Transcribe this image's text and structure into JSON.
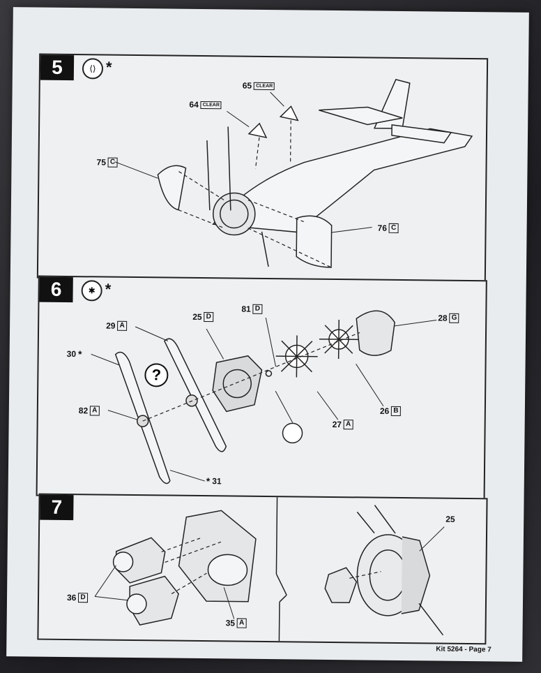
{
  "steps": [
    {
      "number": "5",
      "icon": "glue-icon",
      "mark": "*",
      "parts": [
        {
          "num": "64",
          "code": "CLEAR"
        },
        {
          "num": "65",
          "code": "CLEAR"
        },
        {
          "num": "75",
          "code": "C"
        },
        {
          "num": "76",
          "code": "C"
        }
      ]
    },
    {
      "number": "6",
      "icon": "paint-icon",
      "mark": "*",
      "parts": [
        {
          "num": "29",
          "code": "A"
        },
        {
          "num": "25",
          "code": "D"
        },
        {
          "num": "81",
          "code": "D"
        },
        {
          "num": "28",
          "code": "G"
        },
        {
          "num": "30",
          "code": "*"
        },
        {
          "num": "82",
          "code": "A"
        },
        {
          "num": "27",
          "code": "A"
        },
        {
          "num": "26",
          "code": "B"
        },
        {
          "num": "31",
          "code": "*"
        }
      ],
      "question": "?"
    },
    {
      "number": "7",
      "parts": [
        {
          "num": "36",
          "code": "D"
        },
        {
          "num": "35",
          "code": "A"
        },
        {
          "num": "25",
          "code": ""
        }
      ]
    }
  ],
  "footer": "Kit 5264 - Page 7"
}
